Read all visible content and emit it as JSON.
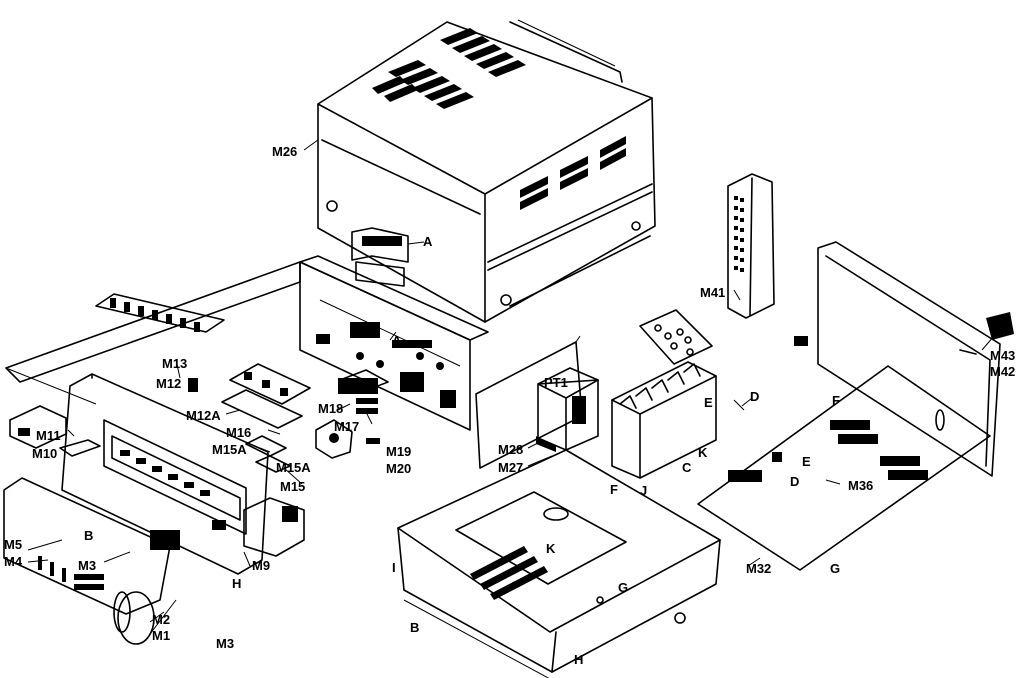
{
  "labels": {
    "m26": "M26",
    "a1": "A",
    "a2": "A",
    "m41": "M41",
    "m43": "M43",
    "m42": "M42",
    "m13": "M13",
    "m12": "M12",
    "m12a": "M12A",
    "m16": "M16",
    "m15a_1": "M15A",
    "m15a_2": "M15A",
    "m15": "M15",
    "m11": "M11",
    "m10": "M10",
    "m18": "M18",
    "m17": "M17",
    "m19": "M19",
    "m20": "M20",
    "pt1": "PT1",
    "m28": "M28",
    "m27": "M27",
    "e1": "E",
    "d1": "D",
    "k1": "K",
    "c1": "C",
    "j1": "J",
    "f1": "F",
    "f2": "F",
    "e2": "E",
    "d2": "D",
    "m36": "M36",
    "m32": "M32",
    "g1": "G",
    "g2": "G",
    "b1": "B",
    "b2": "B",
    "m5": "M5",
    "m4": "M4",
    "m3_1": "M3",
    "m3_2": "M3",
    "m9": "M9",
    "h1": "H",
    "h2": "H",
    "m2": "M2",
    "m1": "M1",
    "i1": "I",
    "k2": "K"
  }
}
